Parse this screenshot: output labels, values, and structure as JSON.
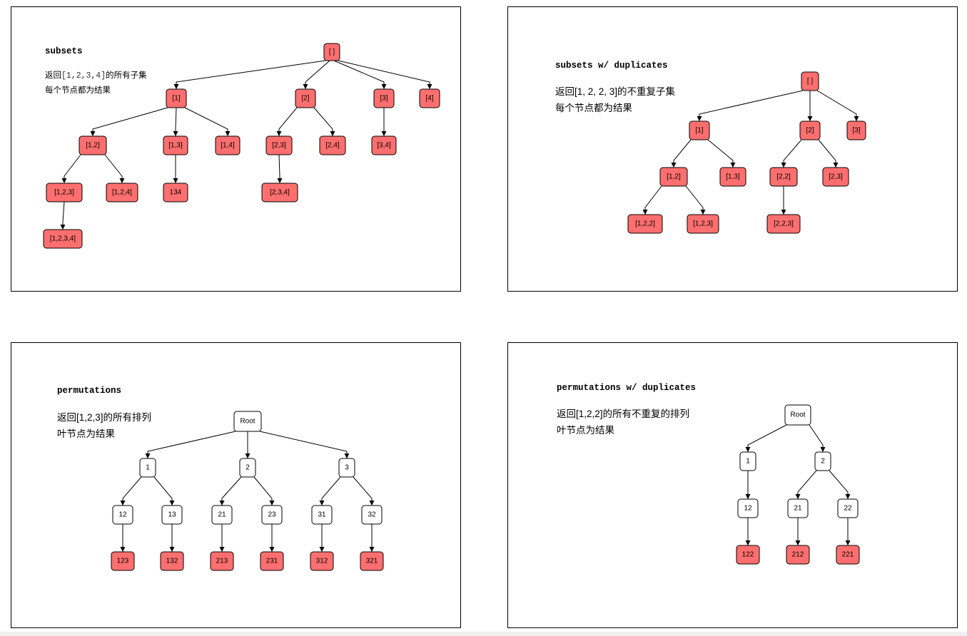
{
  "colors": {
    "result_fill": "#ff6f6f",
    "plain_fill": "#ffffff",
    "stroke": "#000000"
  },
  "panels": [
    {
      "id": "subsets",
      "title": "subsets",
      "desc_line1_prefix": "返回",
      "desc_line1_array": "[1,2,3,4]",
      "desc_line1_suffix": "的所有子集",
      "desc_line2": "每个节点都为结果",
      "nodes": [
        {
          "id": "r",
          "label": "[ ]",
          "result": true
        },
        {
          "id": "n1",
          "label": "[1]",
          "parent": "r",
          "result": true
        },
        {
          "id": "n2",
          "label": "[2]",
          "parent": "r",
          "result": true
        },
        {
          "id": "n3",
          "label": "[3]",
          "parent": "r",
          "result": true
        },
        {
          "id": "n4",
          "label": "[4]",
          "parent": "r",
          "result": true
        },
        {
          "id": "n12",
          "label": "[1,2]",
          "parent": "n1",
          "result": true
        },
        {
          "id": "n13",
          "label": "[1,3]",
          "parent": "n1",
          "result": true
        },
        {
          "id": "n14",
          "label": "[1,4]",
          "parent": "n1",
          "result": true
        },
        {
          "id": "n23",
          "label": "[2,3]",
          "parent": "n2",
          "result": true
        },
        {
          "id": "n24",
          "label": "[2,4]",
          "parent": "n2",
          "result": true
        },
        {
          "id": "n34",
          "label": "[3,4]",
          "parent": "n3",
          "result": true
        },
        {
          "id": "n123",
          "label": "[1,2,3]",
          "parent": "n12",
          "result": true
        },
        {
          "id": "n124",
          "label": "[1,2,4]",
          "parent": "n12",
          "result": true
        },
        {
          "id": "n134",
          "label": "134",
          "parent": "n13",
          "result": true
        },
        {
          "id": "n234",
          "label": "[2,3,4]",
          "parent": "n23",
          "result": true
        },
        {
          "id": "n1234",
          "label": "[1,2,3,4]",
          "parent": "n123",
          "result": true
        }
      ]
    },
    {
      "id": "subsets-dup",
      "title": "subsets w/ duplicates",
      "desc_line1": "返回[1, 2, 2, 3]的不重复子集",
      "desc_line2": "每个节点都为结果",
      "nodes": [
        {
          "id": "r",
          "label": "[ ]",
          "result": true
        },
        {
          "id": "n1",
          "label": "[1]",
          "parent": "r",
          "result": true
        },
        {
          "id": "n2",
          "label": "[2]",
          "parent": "r",
          "result": true
        },
        {
          "id": "n3",
          "label": "[3]",
          "parent": "r",
          "result": true
        },
        {
          "id": "n12",
          "label": "[1,2]",
          "parent": "n1",
          "result": true
        },
        {
          "id": "n13",
          "label": "[1,3]",
          "parent": "n1",
          "result": true
        },
        {
          "id": "n22",
          "label": "[2,2]",
          "parent": "n2",
          "result": true
        },
        {
          "id": "n23",
          "label": "[2,3]",
          "parent": "n2",
          "result": true
        },
        {
          "id": "n122",
          "label": "[1,2,2]",
          "parent": "n12",
          "result": true
        },
        {
          "id": "n123",
          "label": "[1,2,3]",
          "parent": "n12",
          "result": true
        },
        {
          "id": "n223",
          "label": "[2,2,3]",
          "parent": "n22",
          "result": true
        }
      ]
    },
    {
      "id": "permutations",
      "title": "permutations",
      "desc_line1": "返回[1,2,3]的所有排列",
      "desc_line2": "叶节点为结果",
      "nodes": [
        {
          "id": "r",
          "label": "Root",
          "result": false
        },
        {
          "id": "n1",
          "label": "1",
          "parent": "r",
          "result": false
        },
        {
          "id": "n2",
          "label": "2",
          "parent": "r",
          "result": false
        },
        {
          "id": "n3",
          "label": "3",
          "parent": "r",
          "result": false
        },
        {
          "id": "n12",
          "label": "12",
          "parent": "n1",
          "result": false
        },
        {
          "id": "n13",
          "label": "13",
          "parent": "n1",
          "result": false
        },
        {
          "id": "n21",
          "label": "21",
          "parent": "n2",
          "result": false
        },
        {
          "id": "n23",
          "label": "23",
          "parent": "n2",
          "result": false
        },
        {
          "id": "n31",
          "label": "31",
          "parent": "n3",
          "result": false
        },
        {
          "id": "n32",
          "label": "32",
          "parent": "n3",
          "result": false
        },
        {
          "id": "n123",
          "label": "123",
          "parent": "n12",
          "result": true
        },
        {
          "id": "n132",
          "label": "132",
          "parent": "n13",
          "result": true
        },
        {
          "id": "n213",
          "label": "213",
          "parent": "n21",
          "result": true
        },
        {
          "id": "n231",
          "label": "231",
          "parent": "n23",
          "result": true
        },
        {
          "id": "n312",
          "label": "312",
          "parent": "n31",
          "result": true
        },
        {
          "id": "n321",
          "label": "321",
          "parent": "n32",
          "result": true
        }
      ]
    },
    {
      "id": "permutations-dup",
      "title": "permutations w/ duplicates",
      "desc_line1": "返回[1,2,2]的所有不重复的排列",
      "desc_line2": "叶节点为结果",
      "nodes": [
        {
          "id": "r",
          "label": "Root",
          "result": false
        },
        {
          "id": "n1",
          "label": "1",
          "parent": "r",
          "result": false
        },
        {
          "id": "n2",
          "label": "2",
          "parent": "r",
          "result": false
        },
        {
          "id": "n12",
          "label": "12",
          "parent": "n1",
          "result": false
        },
        {
          "id": "n21",
          "label": "21",
          "parent": "n2",
          "result": false
        },
        {
          "id": "n22",
          "label": "22",
          "parent": "n2",
          "result": false
        },
        {
          "id": "n122",
          "label": "122",
          "parent": "n12",
          "result": true
        },
        {
          "id": "n212",
          "label": "212",
          "parent": "n21",
          "result": true
        },
        {
          "id": "n221",
          "label": "221",
          "parent": "n22",
          "result": true
        }
      ]
    }
  ]
}
